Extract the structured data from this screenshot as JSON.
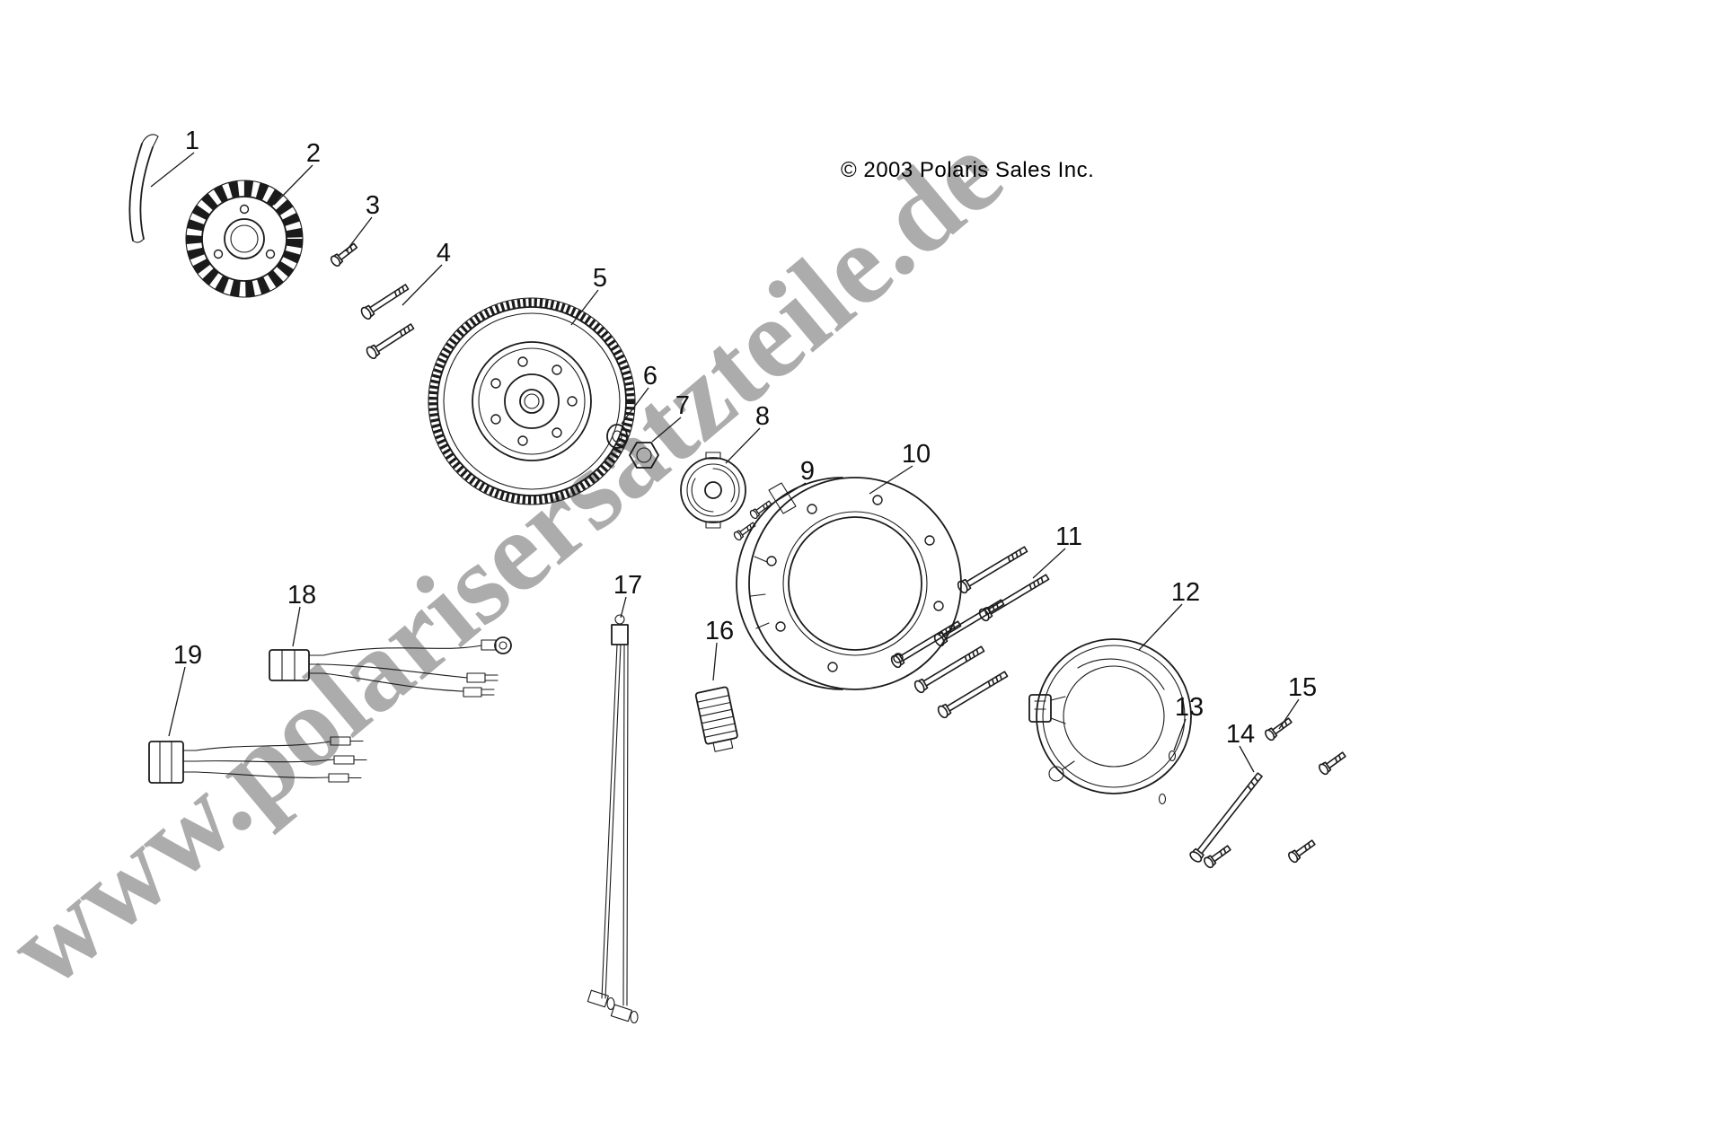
{
  "copyright": "© 2003 Polaris Sales Inc.",
  "watermark": "www.polarisersatzteile.de",
  "callouts": [
    "1",
    "2",
    "3",
    "4",
    "5",
    "6",
    "7",
    "8",
    "9",
    "10",
    "11",
    "12",
    "13",
    "14",
    "15",
    "16",
    "17",
    "18",
    "19"
  ]
}
